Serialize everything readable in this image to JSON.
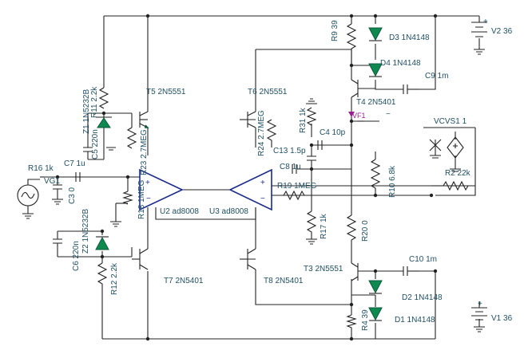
{
  "labels": {
    "r9": "R9 39",
    "d3": "D3 1N4148",
    "v2": "V2 36",
    "d4": "D4 1N4148",
    "c9": "C9 1m",
    "t4": "T4 2N5401",
    "r11": "R11 2.2k",
    "z1b": "Z1 1N5232B",
    "c5": "C5 220n",
    "t5": "T5 2N5551",
    "t6": "T6 2N5551",
    "r23": "R23 2.7MEG",
    "r24": "R24 2.7MEG",
    "r31": "R31 1k",
    "c4": "C4 10p",
    "vcvs": "VCVS1 1",
    "vf1": "VF1",
    "c13": "C13 1.5p",
    "r16": "R16 1k",
    "c7": "C7 1u",
    "vg1": "VG1",
    "c3": "C3 0",
    "r18": "R18 1MEG",
    "c8": "C8 1u",
    "r19": "R19 1MEG",
    "r10": "R10 6.8k",
    "r2": "R2 22k",
    "u2": "U2 ad8008",
    "u3": "U3 ad8008",
    "r17": "R17 1k",
    "r20": "R20 0",
    "z2": "Z2 1N5232B",
    "c6": "C6 220n",
    "r12": "R12 2.2k",
    "t7": "T7 2N5401",
    "t8": "T8 2N5401",
    "t3": "T3 2N5551",
    "c10": "C10 1m",
    "d2": "D2 1N4148",
    "r4": "R4 39",
    "d1": "D1 1N4148",
    "v1": "V1 36",
    "plus": "+",
    "minus": "−"
  }
}
